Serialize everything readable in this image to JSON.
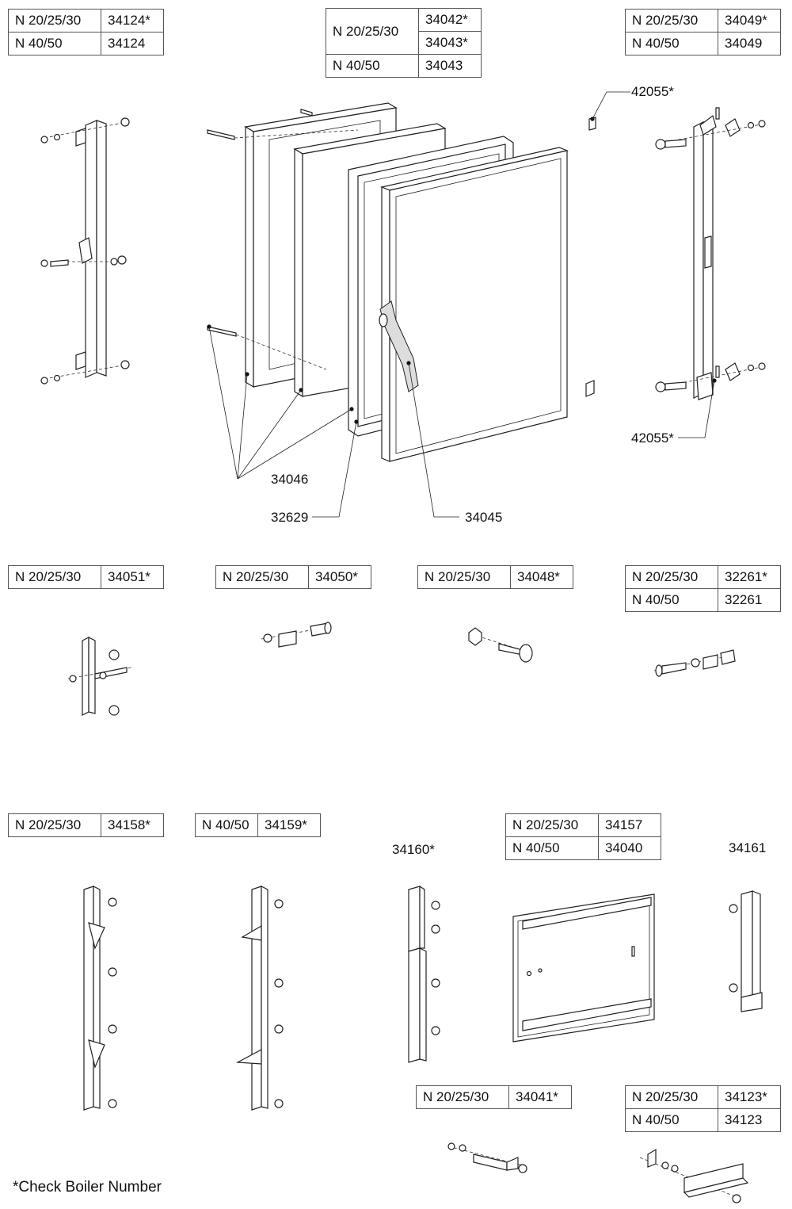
{
  "tables": {
    "t1": [
      {
        "model": "N 20/25/30",
        "part": "34124*"
      },
      {
        "model": "N 40/50",
        "part": "34124"
      }
    ],
    "t2": [
      {
        "model": "N 20/25/30",
        "part_a": "34042*",
        "part_b": "34043*"
      },
      {
        "model": "N 40/50",
        "part": "34043"
      }
    ],
    "t3": [
      {
        "model": "N 20/25/30",
        "part": "34049*"
      },
      {
        "model": "N 40/50",
        "part": "34049"
      }
    ],
    "t4": [
      {
        "model": "N 20/25/30",
        "part": "34051*"
      }
    ],
    "t5": [
      {
        "model": "N 20/25/30",
        "part": "34050*"
      }
    ],
    "t6": [
      {
        "model": "N 20/25/30",
        "part": "34048*"
      }
    ],
    "t7": [
      {
        "model": "N 20/25/30",
        "part": "32261*"
      },
      {
        "model": "N 40/50",
        "part": "32261"
      }
    ],
    "t8": [
      {
        "model": "N 20/25/30",
        "part": "34158*"
      }
    ],
    "t9": [
      {
        "model": "N 40/50",
        "part": "34159*"
      }
    ],
    "t10": [
      {
        "model": "N 20/25/30",
        "part": "34157"
      },
      {
        "model": "N 40/50",
        "part": "34040"
      }
    ],
    "t11": [
      {
        "model": "N 20/25/30",
        "part": "34041*"
      }
    ],
    "t12": [
      {
        "model": "N 20/25/30",
        "part": "34123*"
      },
      {
        "model": "N 40/50",
        "part": "34123"
      }
    ]
  },
  "callouts": {
    "c42055_top": "42055*",
    "c42055_bottom": "42055*",
    "c34046": "34046",
    "c32629": "32629",
    "c34045": "34045",
    "c34160": "34160*",
    "c34161": "34161"
  },
  "footnote": "*Check Boiler Number"
}
